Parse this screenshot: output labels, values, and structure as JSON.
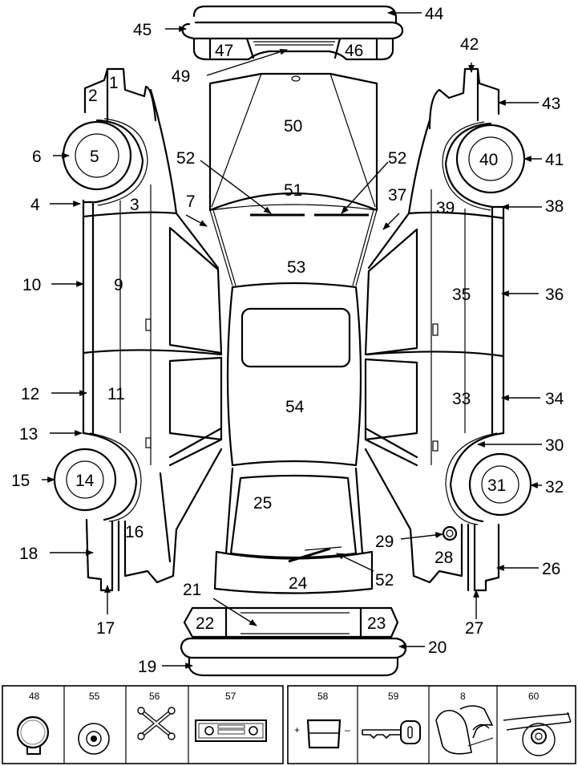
{
  "diagram": {
    "title": "Vehicle body part number map",
    "labels": {
      "l1": "1",
      "l2": "2",
      "l3": "3",
      "l4": "4",
      "l5": "5",
      "l6": "6",
      "l7": "7",
      "l9": "9",
      "l10": "10",
      "l11": "11",
      "l12": "12",
      "l13": "13",
      "l14": "14",
      "l15": "15",
      "l16": "16",
      "l17": "17",
      "l18": "18",
      "l19": "19",
      "l20": "20",
      "l21": "21",
      "l22": "22",
      "l23": "23",
      "l24": "24",
      "l25": "25",
      "l26": "26",
      "l27": "27",
      "l28": "28",
      "l29": "29",
      "l30": "30",
      "l31": "31",
      "l32": "32",
      "l33": "33",
      "l34": "34",
      "l35": "35",
      "l36": "36",
      "l37": "37",
      "l38": "38",
      "l39": "39",
      "l40": "40",
      "l41": "41",
      "l42": "42",
      "l43": "43",
      "l44": "44",
      "l45": "45",
      "l46": "46",
      "l47": "47",
      "l49": "49",
      "l50": "50",
      "l51": "51",
      "l52a": "52",
      "l52b": "52",
      "l52c": "52",
      "l53": "53",
      "l54": "54"
    }
  },
  "legend_left": [
    {
      "number": "48",
      "icon": "wheel-cover-icon"
    },
    {
      "number": "55",
      "icon": "spare-wheel-icon"
    },
    {
      "number": "56",
      "icon": "wrench-tools-icon"
    },
    {
      "number": "57",
      "icon": "car-radio-icon"
    }
  ],
  "legend_right": [
    {
      "number": "58",
      "icon": "battery-icon",
      "plus": "+",
      "minus": "–"
    },
    {
      "number": "59",
      "icon": "key-icon"
    },
    {
      "number": "8",
      "icon": "seats-icon"
    },
    {
      "number": "60",
      "icon": "suspension-wheel-icon"
    }
  ]
}
